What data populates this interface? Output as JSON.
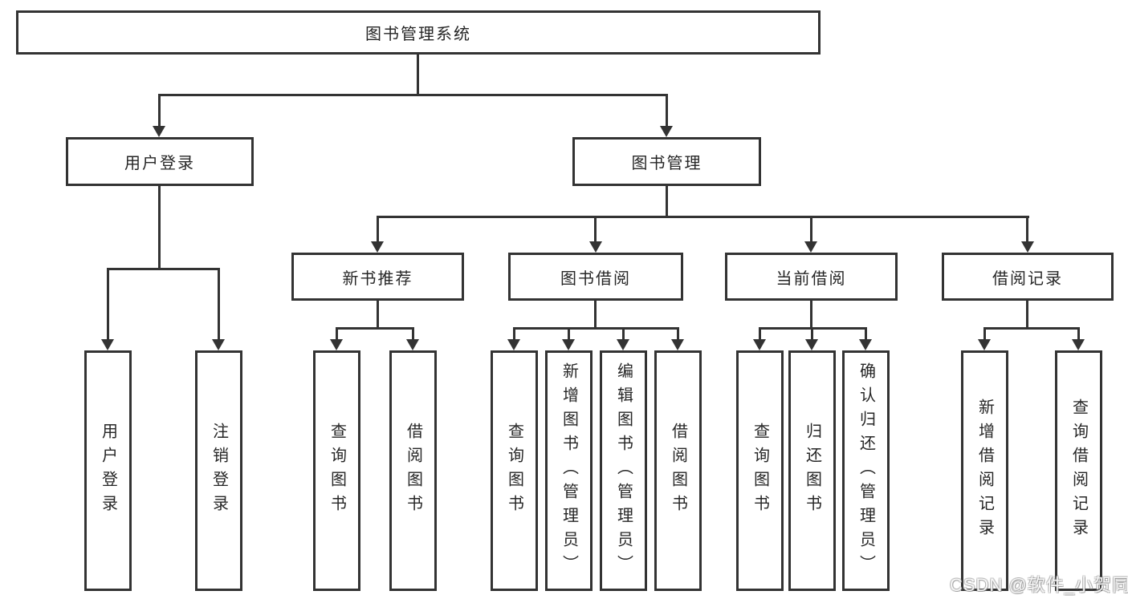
{
  "diagram": {
    "root": {
      "label": "图书管理系统"
    },
    "login_branch": {
      "label": "用户登录",
      "children": [
        {
          "label": "用户登录"
        },
        {
          "label": "注销登录"
        }
      ]
    },
    "mgmt_branch": {
      "label": "图书管理",
      "groups": [
        {
          "label": "新书推荐",
          "children": [
            {
              "label": "查询图书"
            },
            {
              "label": "借阅图书"
            }
          ]
        },
        {
          "label": "图书借阅",
          "children": [
            {
              "label": "查询图书"
            },
            {
              "label": "新增图书（管理员）"
            },
            {
              "label": "编辑图书（管理员）"
            },
            {
              "label": "借阅图书"
            }
          ]
        },
        {
          "label": "当前借阅",
          "children": [
            {
              "label": "查询图书"
            },
            {
              "label": "归还图书"
            },
            {
              "label": "确认归还（管理员）"
            }
          ]
        },
        {
          "label": "借阅记录",
          "children": [
            {
              "label": "新增借阅记录"
            },
            {
              "label": "查询借阅记录"
            }
          ]
        }
      ]
    }
  },
  "watermark": {
    "text": "CSDN @软件_小贺同学"
  },
  "colors": {
    "line": "#333333",
    "box_border": "#333333",
    "text": "#262626",
    "background": "#ffffff"
  }
}
